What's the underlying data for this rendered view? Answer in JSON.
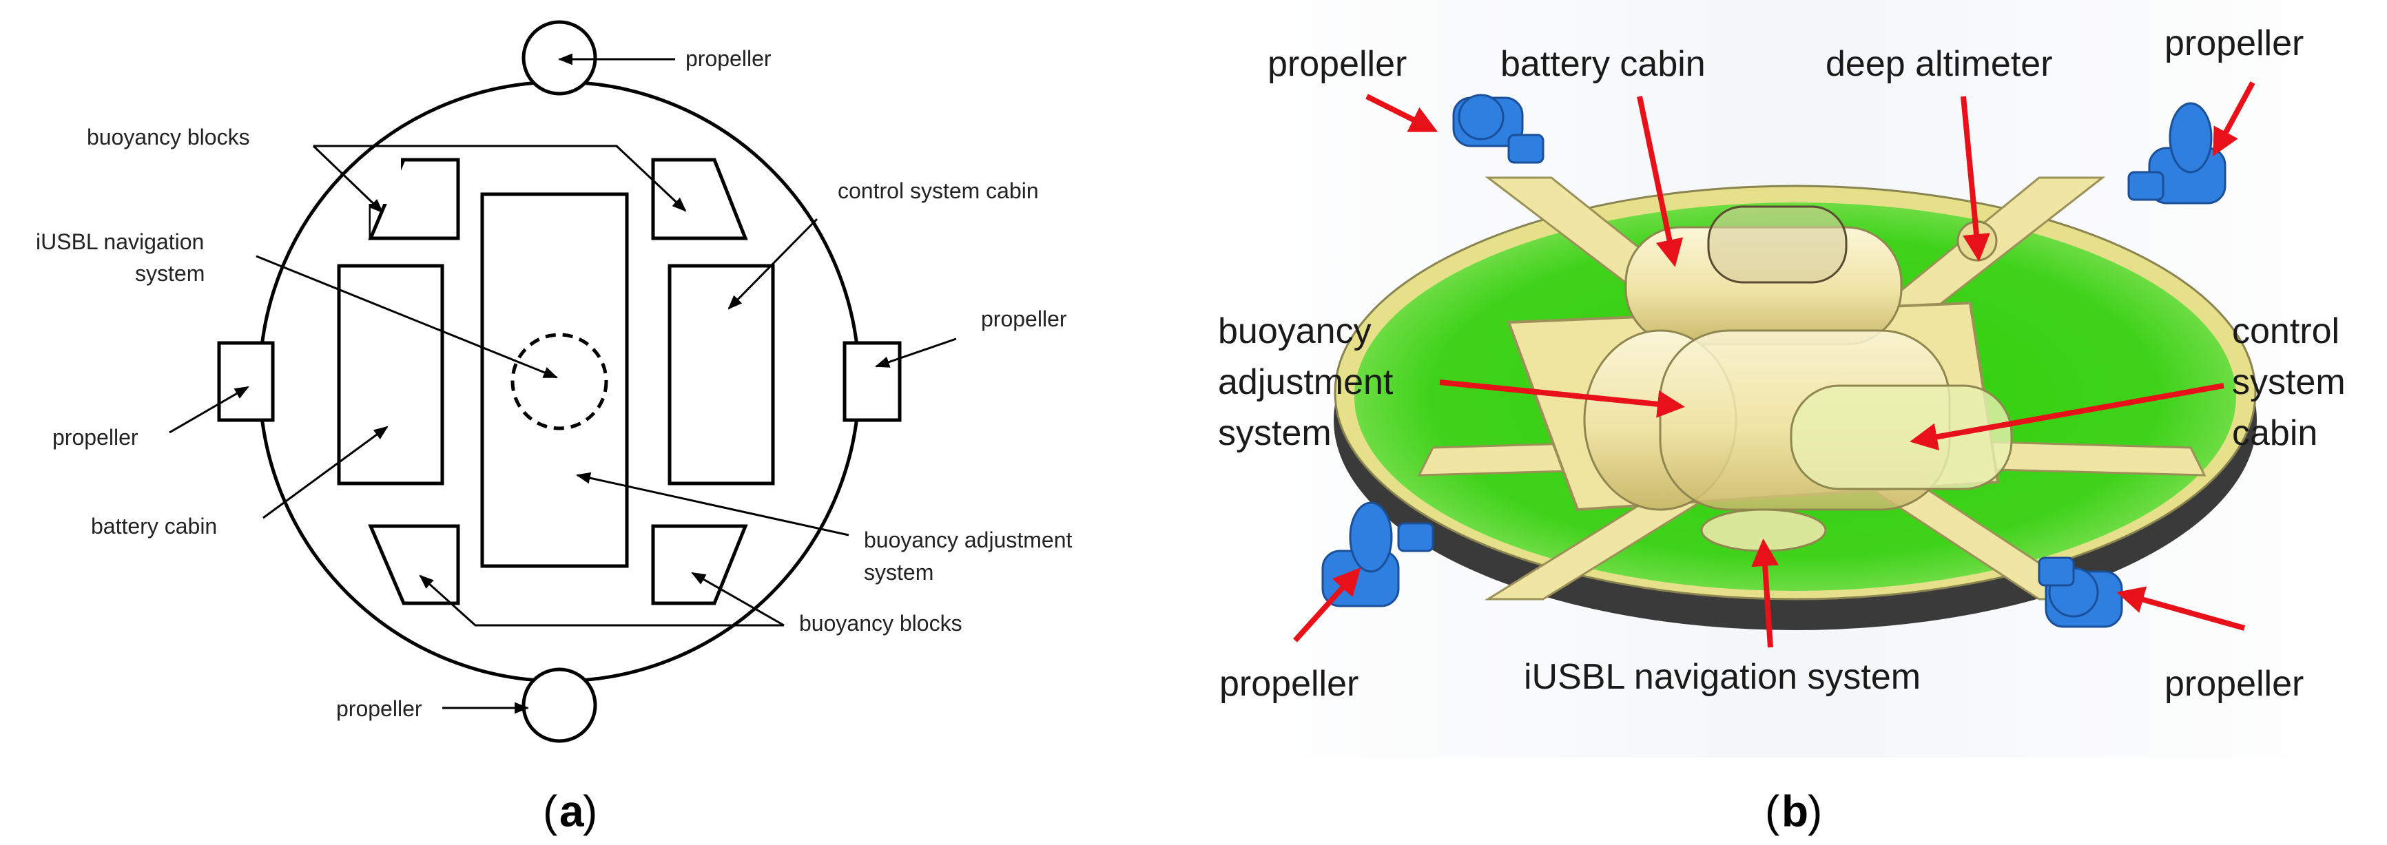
{
  "panel_a": {
    "labels": {
      "propeller_top": "propeller",
      "buoyancy_blocks_top": "buoyancy blocks",
      "control_system_cabin": "control system cabin",
      "iusbl_line1": "iUSBL navigation",
      "iusbl_line2": "system",
      "propeller_right": "propeller",
      "propeller_left": "propeller",
      "battery_cabin": "battery cabin",
      "buoyancy_adjustment_line1": "buoyancy adjustment",
      "buoyancy_adjustment_line2": "system",
      "buoyancy_blocks_bottom": "buoyancy blocks",
      "propeller_bottom": "propeller"
    },
    "caption_letter": "a"
  },
  "panel_b": {
    "labels": {
      "propeller_top_left": "propeller",
      "battery_cabin": "battery cabin",
      "deep_altimeter": "deep altimeter",
      "propeller_top_right": "propeller",
      "buoyancy_line1": "buoyancy",
      "buoyancy_line2": "adjustment",
      "buoyancy_line3": "system",
      "control_line1": "control",
      "control_line2": "system",
      "control_line3": "cabin",
      "propeller_bottom_left": "propeller",
      "iusbl_navigation_system": "iUSBL navigation system",
      "propeller_bottom_right": "propeller"
    },
    "caption_letter": "b"
  },
  "colors": {
    "line": "#000000",
    "deck_green": "#3fd21a",
    "rim_yellow": "#e6e08a",
    "hull_dark": "#3a3a3a",
    "propeller_blue": "#2f7fe0",
    "cabin_cream": "#f2e9b4",
    "arrow_red": "#e8111a"
  }
}
